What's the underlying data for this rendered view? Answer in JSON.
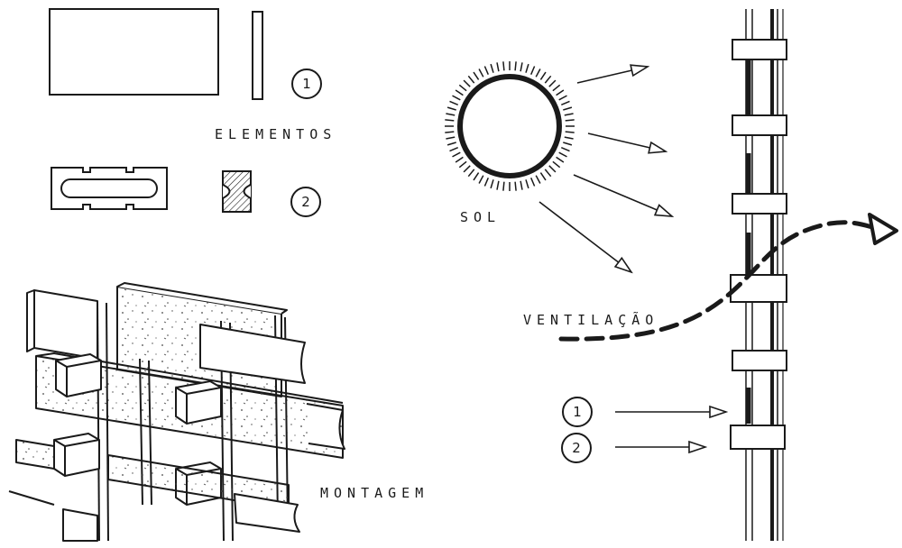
{
  "labels": {
    "elementos": "ELEMENTOS",
    "montagem": "MONTAGEM",
    "sol": "SOL",
    "ventilacao": "VENTILAÇÃO"
  },
  "markers": {
    "one": "1",
    "two": "2"
  },
  "colors": {
    "ink": "#1a1a1a",
    "paper": "#ffffff"
  }
}
